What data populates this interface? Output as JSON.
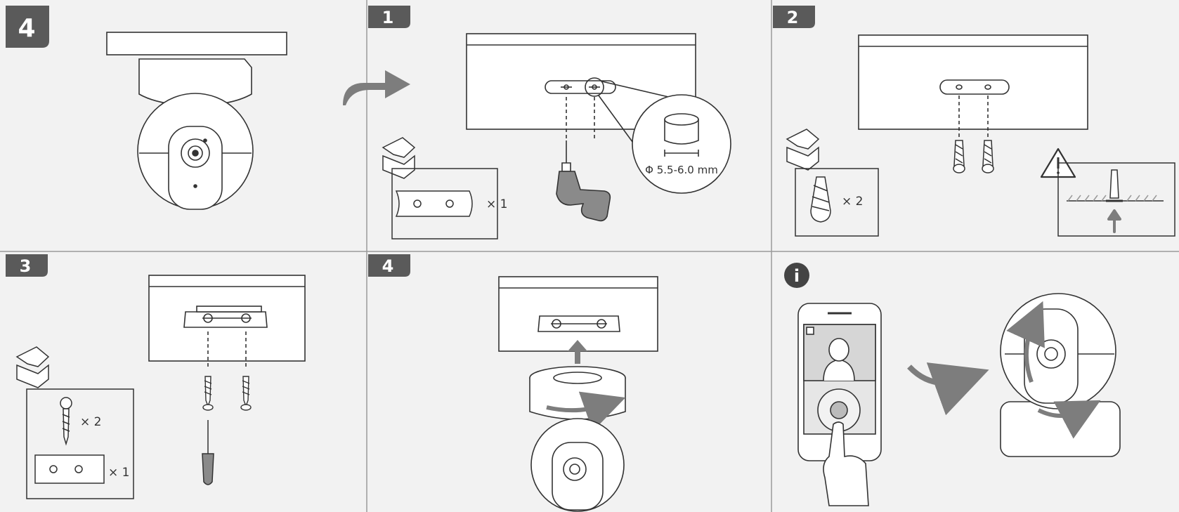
{
  "steps": {
    "main_badge": "4",
    "step1_badge": "1",
    "step2_badge": "2",
    "step3_badge": "3",
    "step4_badge": "4"
  },
  "step1": {
    "hole_size": "Φ 5.5-6.0 mm",
    "plate_qty": "× 1"
  },
  "step2": {
    "anchor_qty": "× 2"
  },
  "step3": {
    "screw_qty": "× 2",
    "plate_qty": "× 1"
  },
  "info": {
    "icon_label": "i"
  },
  "colors": {
    "badge": "#5a5a5a",
    "arrow": "#7d7d7d",
    "line": "#333333",
    "background": "#f2f2f2"
  }
}
